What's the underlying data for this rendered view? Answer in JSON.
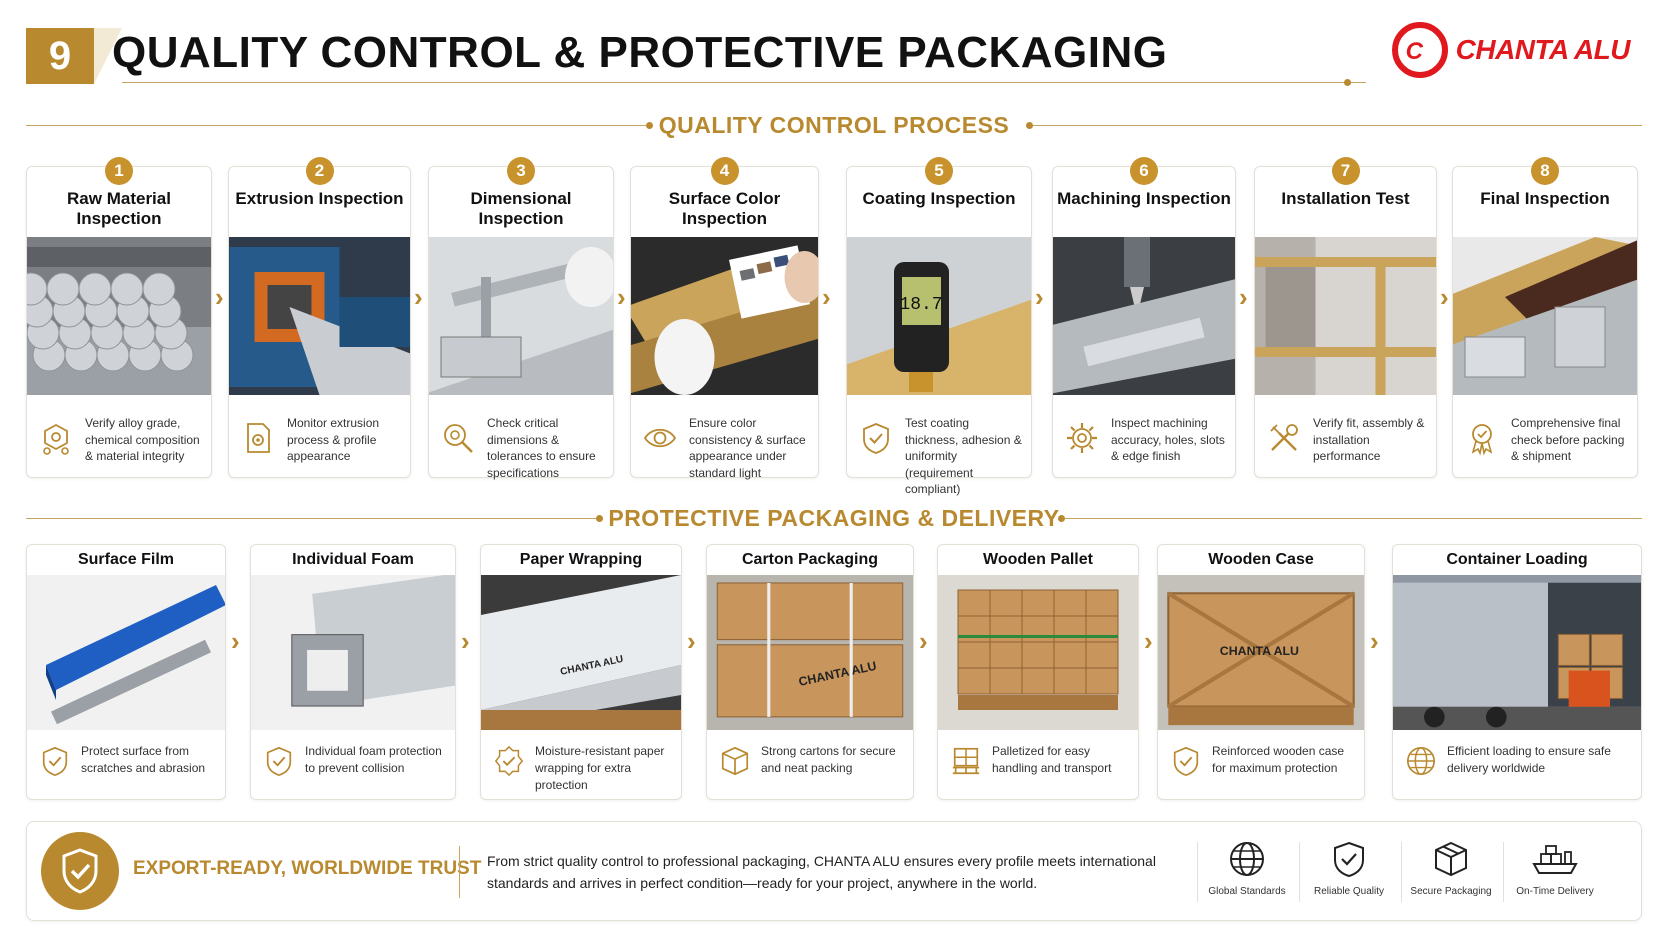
{
  "header": {
    "number": "9",
    "title": "QUALITY CONTROL & PROTECTIVE PACKAGING",
    "logo_mark": "C",
    "logo_text": "CHANTA ALU",
    "brand_color": "#e0191e",
    "accent_color": "#b8892f"
  },
  "qc_section": {
    "title": "QUALITY CONTROL PROCESS"
  },
  "qc_steps": [
    {
      "num": "1",
      "title": "Raw Material Inspection",
      "desc": "Verify alloy grade, chemical composition & material integrity",
      "icon": "molecule-icon"
    },
    {
      "num": "2",
      "title": "Extrusion Inspection",
      "desc": "Monitor extrusion process & profile appearance",
      "icon": "gear-document-icon"
    },
    {
      "num": "3",
      "title": "Dimensional Inspection",
      "desc": "Check critical dimensions & tolerances to ensure specifications",
      "icon": "magnifier-gear-icon"
    },
    {
      "num": "4",
      "title": "Surface Color Inspection",
      "desc": "Ensure color consistency & surface appearance under standard light",
      "icon": "eye-icon"
    },
    {
      "num": "5",
      "title": "Coating Inspection",
      "desc": "Test coating thickness, adhesion & uniformity (requirement compliant)",
      "icon": "shield-check-icon"
    },
    {
      "num": "6",
      "title": "Machining Inspection",
      "desc": "Inspect machining accuracy, holes, slots & edge finish",
      "icon": "gear-icon"
    },
    {
      "num": "7",
      "title": "Installation Test",
      "desc": "Verify fit, assembly & installation performance",
      "icon": "tools-icon"
    },
    {
      "num": "8",
      "title": "Final Inspection",
      "desc": "Comprehensive final check before packing & shipment",
      "icon": "award-icon"
    }
  ],
  "coating_meter_reading": "18.7",
  "pack_section": {
    "title": "PROTECTIVE PACKAGING & DELIVERY"
  },
  "pack_steps": [
    {
      "title": "Surface Film",
      "desc": "Protect surface from scratches and abrasion",
      "icon": "shield-check-icon"
    },
    {
      "title": "Individual Foam",
      "desc": "Individual foam protection to prevent collision",
      "icon": "shield-check-icon"
    },
    {
      "title": "Paper Wrapping",
      "desc": "Moisture-resistant paper wrapping for extra protection",
      "icon": "badge-check-icon"
    },
    {
      "title": "Carton Packaging",
      "desc": "Strong cartons for secure and neat packing",
      "icon": "box-icon"
    },
    {
      "title": "Wooden Pallet",
      "desc": "Palletized for easy handling and transport",
      "icon": "pallet-icon"
    },
    {
      "title": "Wooden Case",
      "desc": "Reinforced wooden case for maximum protection",
      "icon": "shield-check-icon"
    },
    {
      "title": "Container Loading",
      "desc": "Efficient loading to ensure safe delivery worldwide",
      "icon": "globe-icon"
    }
  ],
  "box_label": "CHANTA ALU",
  "footer": {
    "trust": "EXPORT-READY, WORLDWIDE TRUST",
    "text": "From strict quality control to professional packaging, CHANTA ALU ensures every profile meets international standards and arrives in perfect condition—ready for your project, anywhere in the world.",
    "badges": [
      {
        "label": "Global Standards",
        "icon": "globe-icon"
      },
      {
        "label": "Reliable Quality",
        "icon": "shield-check-icon"
      },
      {
        "label": "Secure Packaging",
        "icon": "box-icon"
      },
      {
        "label": "On-Time Delivery",
        "icon": "ship-icon"
      }
    ]
  }
}
